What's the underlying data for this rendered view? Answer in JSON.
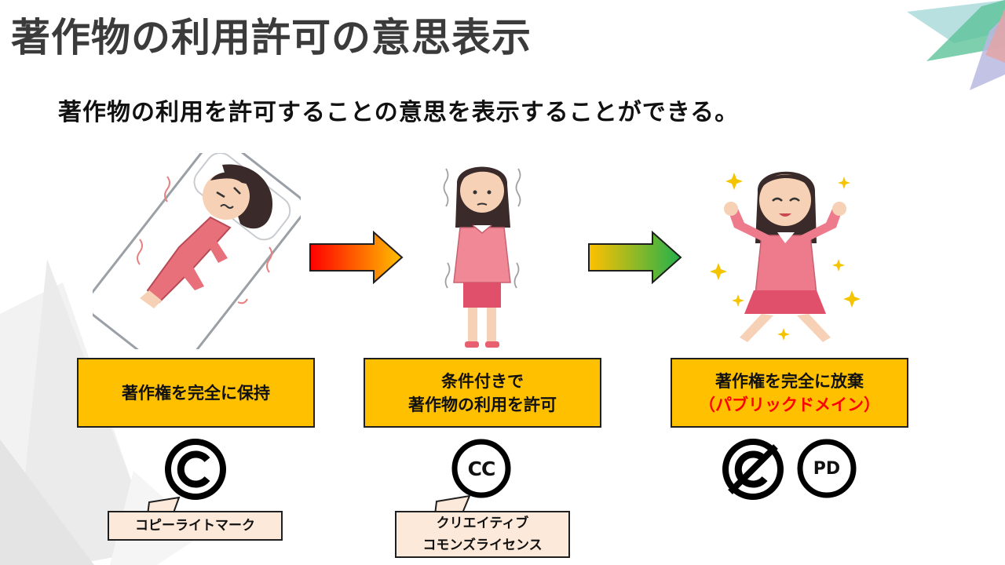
{
  "slide": {
    "title": "著作物の利用許可の意思表示",
    "subtitle": "著作物の利用を許可することの意思を表示することができる。"
  },
  "stages": [
    {
      "label_lines": [
        "著作権を完全に保持"
      ],
      "icons": [
        "copyright-icon"
      ],
      "callout_lines": [
        "コピーライトマーク"
      ]
    },
    {
      "label_lines": [
        "条件付きで",
        "著作物の利用を許可"
      ],
      "icons": [
        "creative-commons-icon"
      ],
      "icon_text": "CC",
      "callout_lines": [
        "クリエイティブ",
        "コモンズライセンス"
      ]
    },
    {
      "label_lines": [
        "著作権を完全に放棄"
      ],
      "label_highlight": "（パブリックドメイン）",
      "icons": [
        "no-copyright-icon",
        "public-domain-icon"
      ],
      "icon_text": "PD"
    }
  ],
  "arrows": [
    "arrow-red-to-yellow",
    "arrow-yellow-to-green"
  ],
  "colors": {
    "box_fill": "#ffc000",
    "callout_fill": "#fde9d9",
    "highlight": "#ff0000",
    "title": "#3b3b3b"
  }
}
